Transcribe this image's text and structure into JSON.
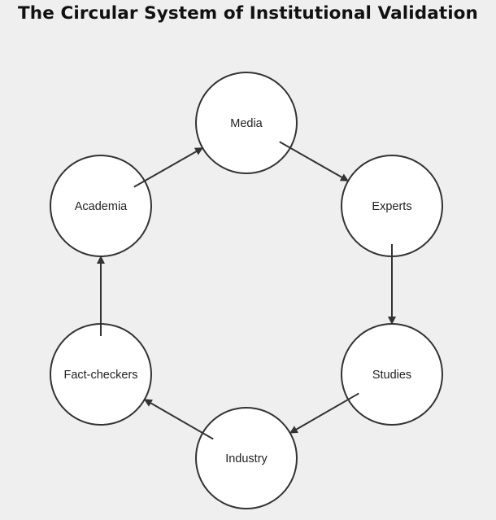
{
  "title": "The Circular System of Institutional Validation",
  "colors": {
    "background": "#efefef",
    "node_fill": "#ffffff",
    "stroke": "#333333"
  },
  "nodes": [
    {
      "id": "media",
      "label": "Media"
    },
    {
      "id": "experts",
      "label": "Experts"
    },
    {
      "id": "studies",
      "label": "Studies"
    },
    {
      "id": "industry",
      "label": "Industry"
    },
    {
      "id": "fact-checkers",
      "label": "Fact-checkers"
    },
    {
      "id": "academia",
      "label": "Academia"
    }
  ],
  "edges": [
    {
      "from": "media",
      "to": "experts"
    },
    {
      "from": "experts",
      "to": "studies"
    },
    {
      "from": "studies",
      "to": "industry"
    },
    {
      "from": "industry",
      "to": "fact-checkers"
    },
    {
      "from": "fact-checkers",
      "to": "academia"
    },
    {
      "from": "academia",
      "to": "media"
    }
  ]
}
